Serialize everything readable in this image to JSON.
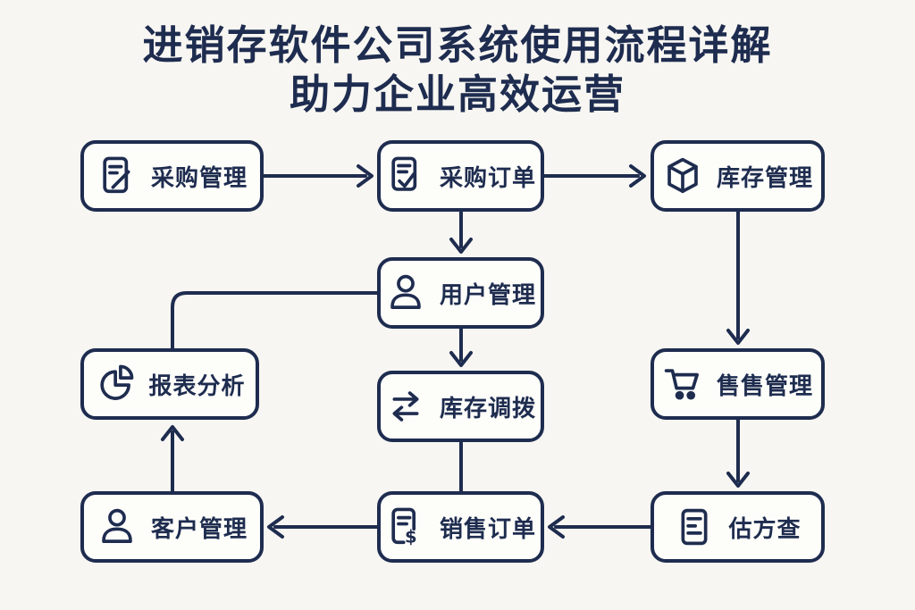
{
  "title": {
    "line1": "进销存软件公司系统使用流程详解",
    "line2": "助力企业高效运营"
  },
  "colors": {
    "ink": "#1e2c4f",
    "background": "#f7f6f2",
    "box_fill": "#fdfdfa"
  },
  "nodes": [
    {
      "id": "purchase-mgmt",
      "label": "采购管理",
      "icon": "edit-document-icon"
    },
    {
      "id": "purchase-order",
      "label": "采购订单",
      "icon": "document-check-icon"
    },
    {
      "id": "inventory-mgmt",
      "label": "库存管理",
      "icon": "cube-icon"
    },
    {
      "id": "user-mgmt",
      "label": "用户管理",
      "icon": "person-icon"
    },
    {
      "id": "report-analysis",
      "label": "报表分析",
      "icon": "pie-chart-icon"
    },
    {
      "id": "inventory-transfer",
      "label": "库存调拨",
      "icon": "transfer-arrows-icon"
    },
    {
      "id": "sales-mgmt",
      "label": "售售管理",
      "icon": "shopping-cart-icon"
    },
    {
      "id": "customer-mgmt",
      "label": "客户管理",
      "icon": "person-icon"
    },
    {
      "id": "sales-order",
      "label": "销售订单",
      "icon": "document-dollar-icon"
    },
    {
      "id": "quote-check",
      "label": "估方查",
      "icon": "document-lines-icon"
    }
  ],
  "edges": [
    {
      "from": "采购管理",
      "to": "采购订单",
      "style": "arrow"
    },
    {
      "from": "采购订单",
      "to": "库存管理",
      "style": "arrow"
    },
    {
      "from": "采购订单",
      "to": "用户管理",
      "style": "arrow"
    },
    {
      "from": "库存管理",
      "to": "售售管理",
      "style": "arrow"
    },
    {
      "from": "用户管理",
      "to": "报表分析",
      "style": "line"
    },
    {
      "from": "用户管理",
      "to": "库存调拨",
      "style": "arrow"
    },
    {
      "from": "库存调拨",
      "to": "销售订单",
      "style": "line"
    },
    {
      "from": "售售管理",
      "to": "估方查",
      "style": "arrow"
    },
    {
      "from": "估方查",
      "to": "销售订单",
      "style": "arrow"
    },
    {
      "from": "销售订单",
      "to": "客户管理",
      "style": "arrow"
    },
    {
      "from": "客户管理",
      "to": "报表分析",
      "style": "arrow"
    }
  ]
}
